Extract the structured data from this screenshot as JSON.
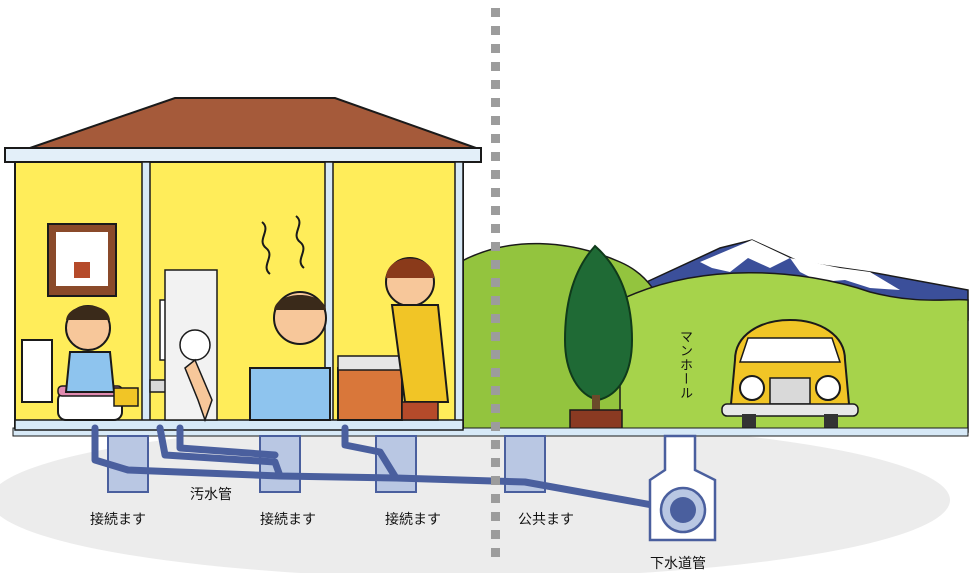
{
  "labels": {
    "junction_box_1": "接続ます",
    "sewage_pipe": "汚水管",
    "junction_box_2": "接続ます",
    "junction_box_3": "接続ます",
    "public_box": "公共ます",
    "manhole": "マンホール",
    "sewer_main": "下水道管"
  },
  "colors": {
    "house_wall": "#ffed5a",
    "roof": "#a55a3a",
    "hill": "#93c43e",
    "pipe": "#4a5f9e",
    "boundary": "#9c9c9c"
  }
}
